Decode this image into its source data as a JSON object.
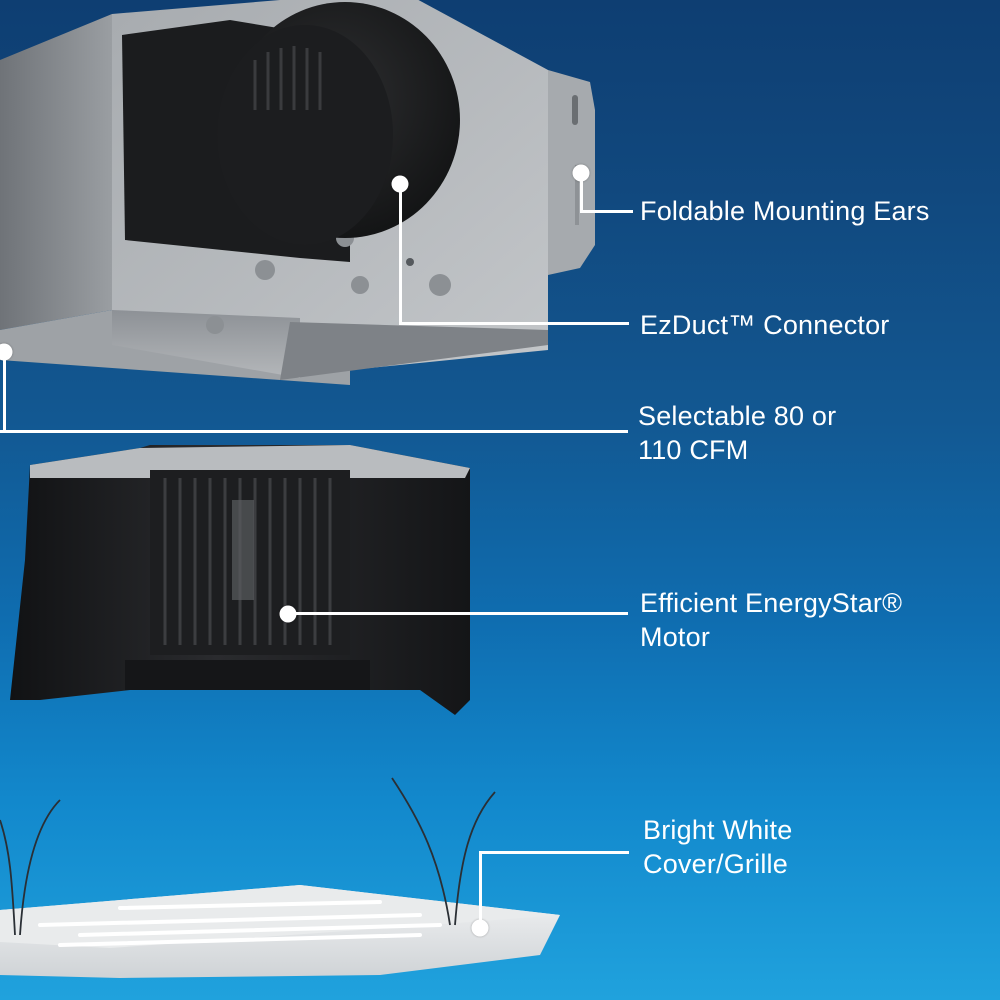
{
  "image": {
    "theme": "exploded product diagram of a bathroom exhaust fan",
    "background": {
      "top_color": "#0e3e72",
      "bottom_color": "#20a2dd"
    },
    "callout_color": "#ffffff"
  },
  "components": [
    {
      "id": "housing",
      "name": "Galvanized steel housing with duct connector"
    },
    {
      "id": "motor",
      "name": "Blower motor assembly"
    },
    {
      "id": "grille",
      "name": "Cover/grille with mounting springs"
    }
  ],
  "callouts": [
    {
      "id": "mounting-ears",
      "lines": [
        "Foldable Mounting Ears"
      ]
    },
    {
      "id": "ezduct",
      "lines": [
        "EzDuct™ Connector"
      ]
    },
    {
      "id": "cfm",
      "lines": [
        "Selectable 80 or",
        "110 CFM"
      ]
    },
    {
      "id": "motor",
      "lines": [
        "Efficient EnergyStar®",
        "Motor"
      ]
    },
    {
      "id": "grille",
      "lines": [
        "Bright White",
        "Cover/Grille"
      ]
    }
  ]
}
